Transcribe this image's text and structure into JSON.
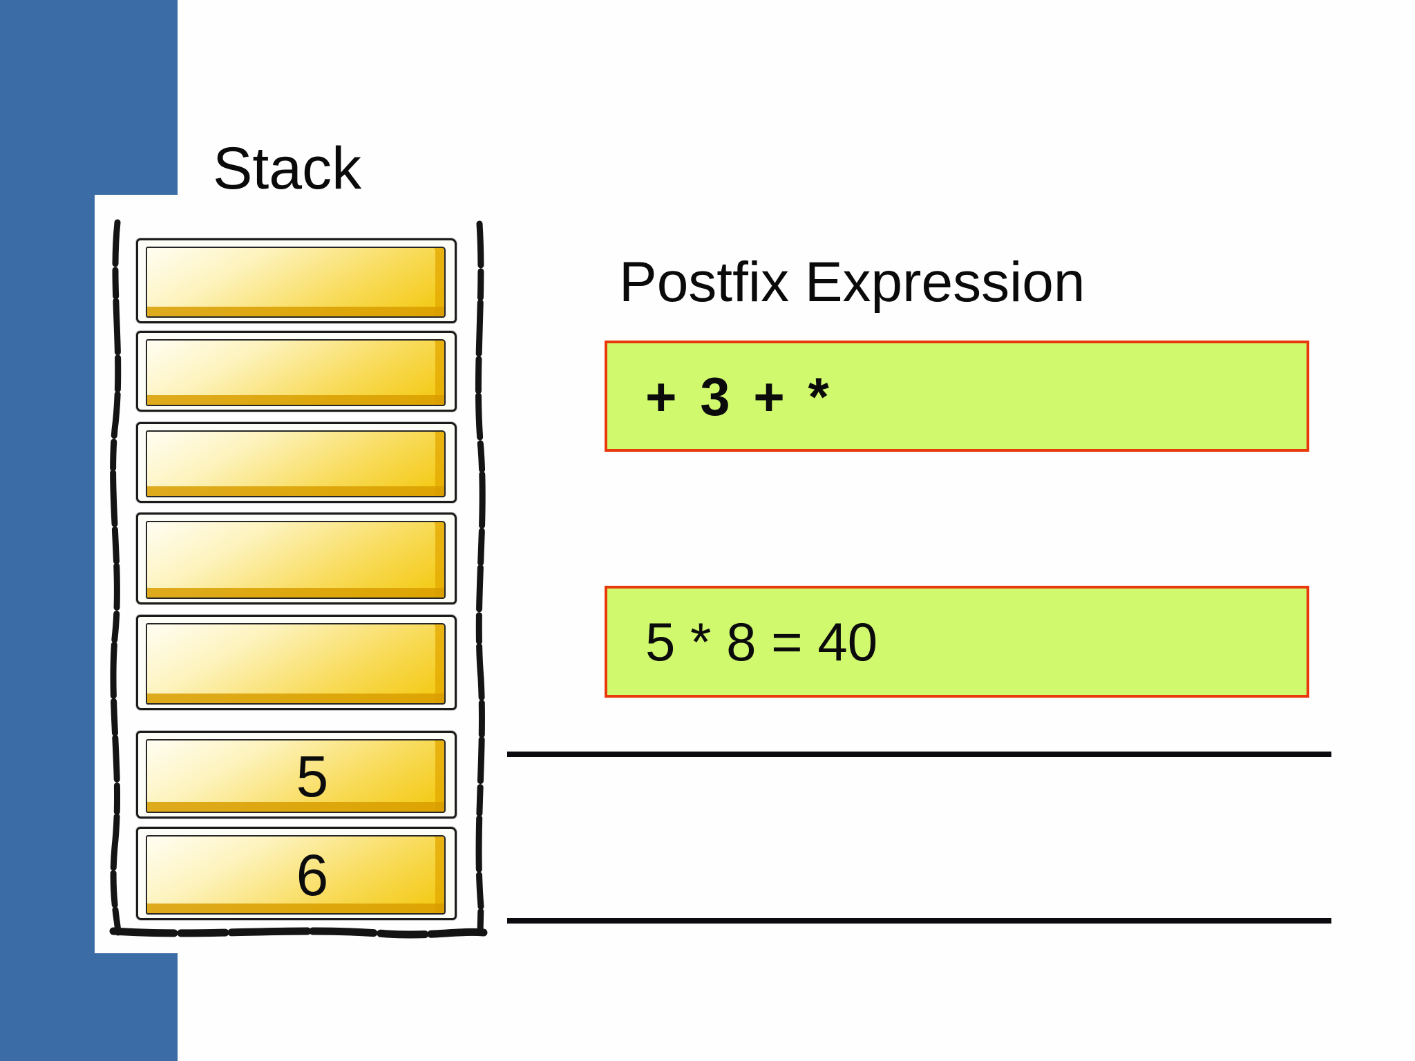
{
  "slide": {
    "colors": {
      "accent_blue": "#3b6ca5",
      "highlight_green_fill": "#d0f96e",
      "highlight_red_border": "#e8390d",
      "stack_gold": "#f3c70a",
      "text_black": "#0d0d0d"
    },
    "stack": {
      "title": "Stack",
      "slots": [
        {
          "value": ""
        },
        {
          "value": ""
        },
        {
          "value": ""
        },
        {
          "value": ""
        },
        {
          "value": ""
        },
        {
          "value": "5"
        },
        {
          "value": "6"
        }
      ]
    },
    "postfix": {
      "title": "Postfix Expression",
      "expression_box": {
        "text": "+ 3 + *"
      },
      "result_box": {
        "text": "5 * 8 = 40"
      }
    }
  }
}
